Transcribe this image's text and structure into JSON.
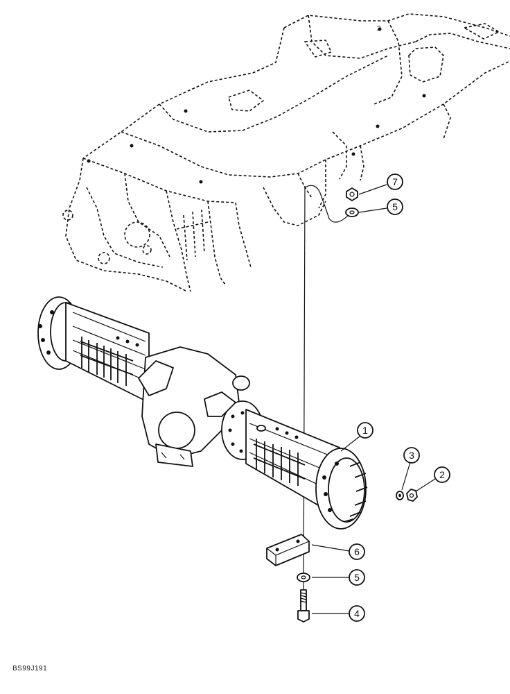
{
  "callouts": [
    {
      "id": "7",
      "label": "7"
    },
    {
      "id": "5a",
      "label": "5"
    },
    {
      "id": "1",
      "label": "1"
    },
    {
      "id": "3",
      "label": "3"
    },
    {
      "id": "2",
      "label": "2"
    },
    {
      "id": "6",
      "label": "6"
    },
    {
      "id": "5b",
      "label": "5"
    },
    {
      "id": "4",
      "label": "4"
    }
  ],
  "figure_code": "BS99J191",
  "frame_marker": "2"
}
